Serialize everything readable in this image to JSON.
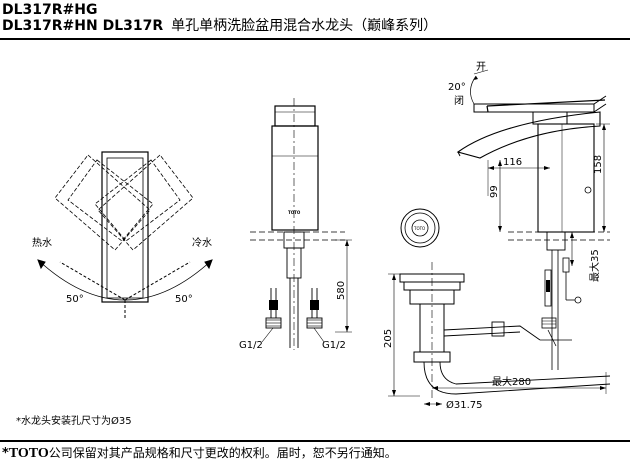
{
  "header": {
    "model_line1": "DL317R#HG",
    "model_line2": "DL317R#HN  DL317R",
    "product_name": "单孔单柄洗脸盆用混合水龙头（巅峰系列）"
  },
  "left_view": {
    "hot_label": "热水",
    "cold_label": "冷水",
    "angle_left": "50°",
    "angle_right": "50°"
  },
  "front_view": {
    "dim_height": "580",
    "thread_left": "G1/2",
    "thread_right": "G1/2",
    "brand_mark": "TOTO"
  },
  "side_view": {
    "open_label": "开",
    "close_label": "闭",
    "angle": "20°",
    "dim_116": "116",
    "dim_158": "158",
    "dim_99": "99",
    "dim_max35": "最大35",
    "dim_205": "205",
    "dim_max280": "最大280",
    "dim_dia": "Ø31.75",
    "drain_brand": "TOTO"
  },
  "install_note": "*水龙头安装孔尺寸为Ø35",
  "footer": {
    "star": "*",
    "brand": "TOTO",
    "text": "公司保留对其产品规格和尺寸更改的权利。届时，恕不另行通知。"
  }
}
